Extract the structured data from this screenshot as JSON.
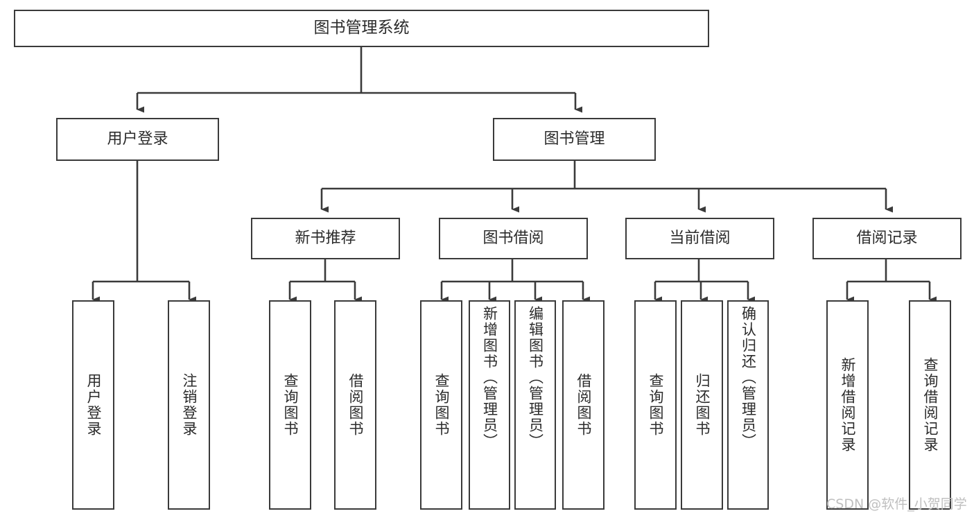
{
  "diagram": {
    "title": "图书管理系统",
    "watermark": "CSDN @软件_小贺同学",
    "accent_color": "#3a3a3a",
    "background_color": "#ffffff",
    "type": "tree-hierarchy-diagram",
    "root": {
      "label": "图书管理系统"
    },
    "level2": [
      {
        "label": "用户登录"
      },
      {
        "label": "图书管理"
      }
    ],
    "level3": [
      {
        "label": "新书推荐"
      },
      {
        "label": "图书借阅"
      },
      {
        "label": "当前借阅"
      },
      {
        "label": "借阅记录"
      }
    ],
    "leaves": {
      "user_login": [
        {
          "label": "用户登录"
        },
        {
          "label": "注销登录"
        }
      ],
      "new_book_recommend": [
        {
          "label": "查询图书"
        },
        {
          "label": "借阅图书"
        }
      ],
      "book_borrow": [
        {
          "label": "查询图书"
        },
        {
          "label": "新增图书（管理员）"
        },
        {
          "label": "编辑图书（管理员）"
        },
        {
          "label": "借阅图书"
        }
      ],
      "current_borrow": [
        {
          "label": "查询图书"
        },
        {
          "label": "归还图书"
        },
        {
          "label": "确认归还（管理员）"
        }
      ],
      "borrow_record": [
        {
          "label": "新增借阅记录"
        },
        {
          "label": "查询借阅记录"
        }
      ]
    }
  }
}
